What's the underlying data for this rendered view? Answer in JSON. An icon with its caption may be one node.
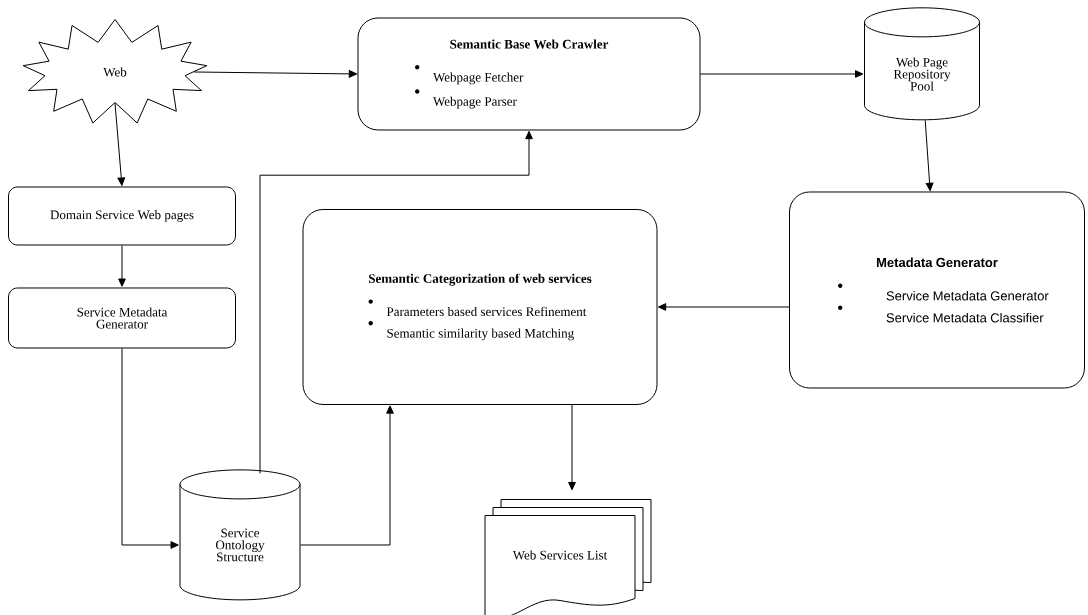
{
  "diagram": {
    "nodes": [
      {
        "text": [
          "Web"
        ]
      },
      {
        "text": [
          "Semantic Base Web Crawler",
          "Webpage Fetcher",
          "Webpage Parser"
        ]
      },
      {
        "text": [
          "Web Page Repository Pool"
        ]
      },
      {
        "text": [
          "Domain Service Web pages"
        ]
      },
      {
        "text": [
          "Service Metadata Generator"
        ]
      },
      {
        "text": [
          "Semantic Categorization of web services",
          "Parameters based services Refinement",
          "Semantic similarity based Matching"
        ]
      },
      {
        "text": [
          "Metadata Generator",
          "Service Metadata Generator",
          "Service Metadata Classifier"
        ]
      },
      {
        "text": [
          "Service Ontology Structure"
        ]
      },
      {
        "text": [
          "Web Services List"
        ]
      }
    ],
    "edges": [
      {
        "from": 0,
        "to": 1,
        "arrow": "to"
      },
      {
        "from": 1,
        "to": 2,
        "arrow": "to"
      },
      {
        "from": 2,
        "to": 6,
        "arrow": "to"
      },
      {
        "from": 6,
        "to": 5,
        "arrow": "to"
      },
      {
        "from": 0,
        "to": 3,
        "arrow": "to"
      },
      {
        "from": 3,
        "to": 4,
        "arrow": "to"
      },
      {
        "from": 4,
        "to": 7,
        "arrow": "to"
      },
      {
        "from": 7,
        "to": 1,
        "arrow": "to"
      },
      {
        "from": 7,
        "to": 5,
        "arrow": "to"
      },
      {
        "from": 5,
        "to": 8,
        "arrow": "to"
      }
    ]
  }
}
